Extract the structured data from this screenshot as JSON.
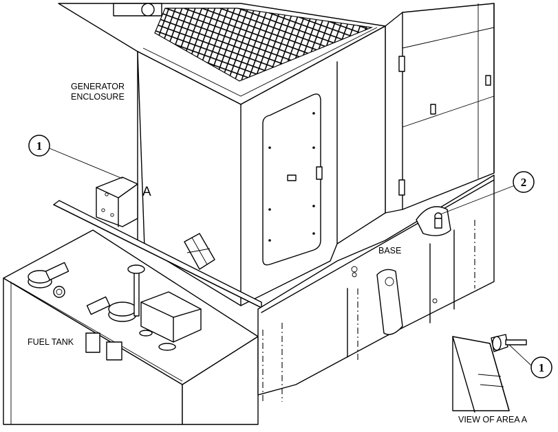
{
  "labels": {
    "generator_enclosure_line1": "GENERATOR",
    "generator_enclosure_line2": "ENCLOSURE",
    "base": "BASE",
    "fuel_tank": "FUEL TANK",
    "view_of_area": "VIEW OF AREA A",
    "area_letter": "A"
  },
  "callouts": [
    {
      "number": "1"
    },
    {
      "number": "2"
    },
    {
      "number": "1"
    }
  ]
}
